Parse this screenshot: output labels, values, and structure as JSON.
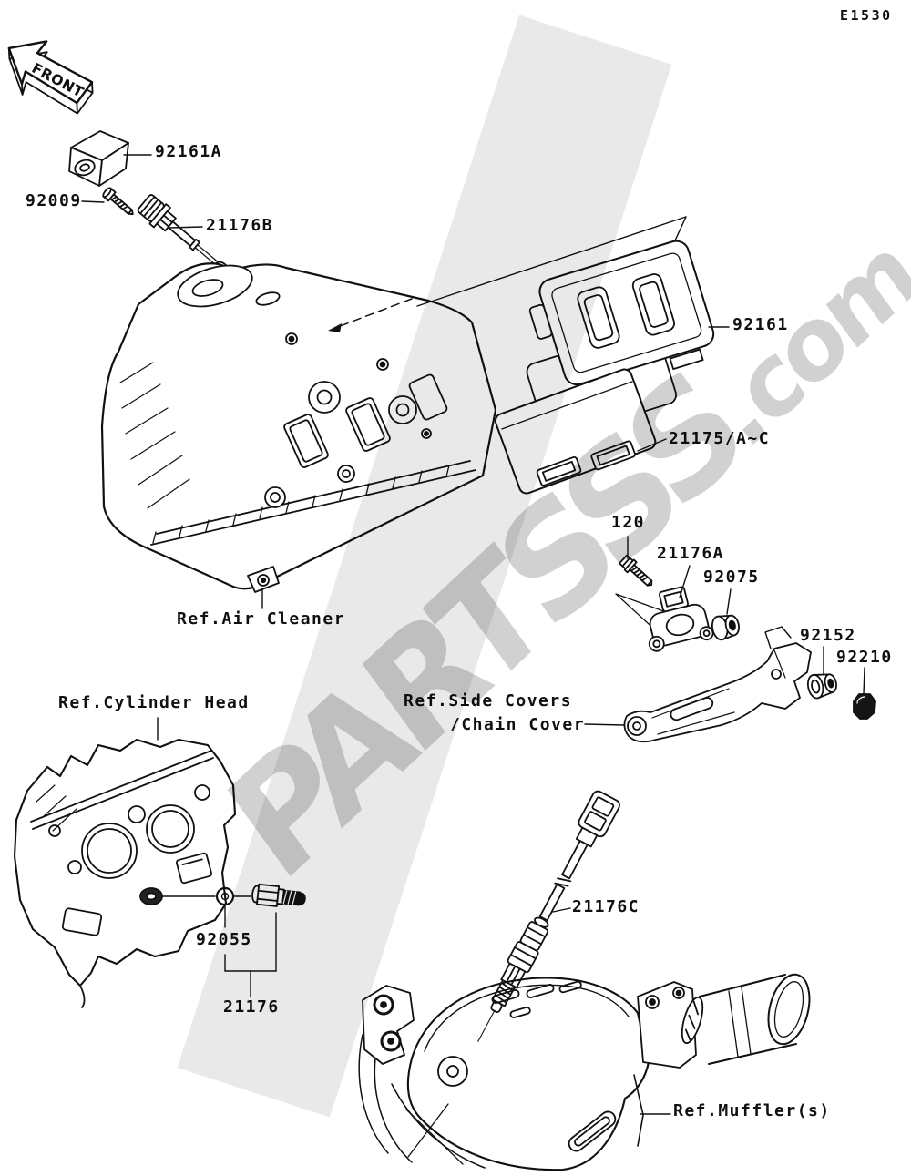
{
  "meta": {
    "code": "E1530"
  },
  "front_arrow": {
    "label": "FRONT"
  },
  "watermark": {
    "text": "PARTSSS",
    "suffix": ".com"
  },
  "parts": {
    "damper": {
      "number": "92161A"
    },
    "screw": {
      "number": "92009"
    },
    "air_temp_sensor": {
      "number": "21176B"
    },
    "ecu_holder": {
      "number": "92161"
    },
    "ecu": {
      "number": "21175/A~C"
    },
    "bolt": {
      "number": "120"
    },
    "position_sensor": {
      "number": "21176A"
    },
    "damper_small": {
      "number": "92075"
    },
    "collar": {
      "number": "92152"
    },
    "nut": {
      "number": "92210"
    },
    "oring": {
      "number": "92055"
    },
    "water_temp_sensor": {
      "number": "21176"
    },
    "oxygen_sensor": {
      "number": "21176C"
    }
  },
  "references": {
    "air_cleaner": "Ref.Air Cleaner",
    "cylinder_head": "Ref.Cylinder Head",
    "side_covers": "Ref.Side Covers",
    "chain_cover": "/Chain Cover",
    "muffler": "Ref.Muffler(s)"
  },
  "colors": {
    "line": "#111111",
    "background": "#ffffff"
  }
}
